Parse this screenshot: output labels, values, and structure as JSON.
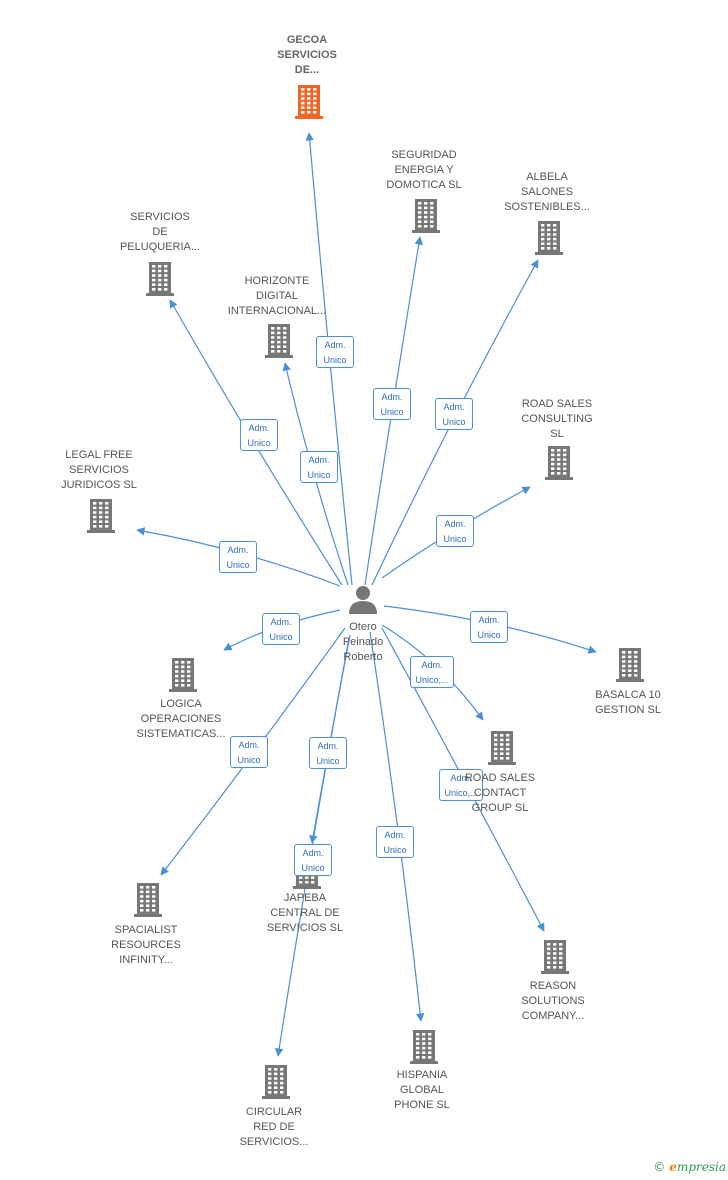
{
  "colors": {
    "edge": "#4a90d9",
    "building": "#777777",
    "highlight": "#f26522",
    "person": "#777777"
  },
  "person": {
    "id": "person",
    "label": "Otero\nPeinado\nRoberto"
  },
  "companies": [
    {
      "id": "gecoa",
      "label": "GECOA\nSERVICIOS\nDE...",
      "highlight": true
    },
    {
      "id": "seguridad",
      "label": "SEGURIDAD\nENERGIA Y\nDOMOTICA  SL"
    },
    {
      "id": "albela",
      "label": "ALBELA\nSALONES\nSOSTENIBLES..."
    },
    {
      "id": "servicios-peluqueria",
      "label": "SERVICIOS\nDE\nPELUQUERIA..."
    },
    {
      "id": "horizonte",
      "label": "HORIZONTE\nDIGITAL\nINTERNACIONAL..."
    },
    {
      "id": "road-sales-consulting",
      "label": "ROAD SALES\nCONSULTING\nSL"
    },
    {
      "id": "legal-free",
      "label": "LEGAL FREE\nSERVICIOS\nJURIDICOS  SL"
    },
    {
      "id": "basalca",
      "label": "BASALCA 10\nGESTION  SL"
    },
    {
      "id": "logica",
      "label": "LOGICA\nOPERACIONES\nSISTEMATICAS..."
    },
    {
      "id": "road-sales-contact",
      "label": "ROAD SALES\nCONTACT\nGROUP  SL"
    },
    {
      "id": "spacialist",
      "label": "SPACIALIST\nRESOURCES\nINFINITY..."
    },
    {
      "id": "japeba",
      "label": "JAPEBA\nCENTRAL DE\nSERVICIOS  SL"
    },
    {
      "id": "reason",
      "label": "REASON\nSOLUTIONS\nCOMPANY..."
    },
    {
      "id": "hispania",
      "label": "HISPANIA\nGLOBAL\nPHONE  SL"
    },
    {
      "id": "circular",
      "label": "CIRCULAR\nRED DE\nSERVICIOS..."
    }
  ],
  "edges": [
    {
      "to": "gecoa",
      "label": "Adm.\nUnico"
    },
    {
      "to": "seguridad",
      "label": "Adm.\nUnico"
    },
    {
      "to": "albela",
      "label": "Adm.\nUnico"
    },
    {
      "to": "servicios-peluqueria",
      "label": "Adm.\nUnico"
    },
    {
      "to": "horizonte",
      "label": "Adm.\nUnico"
    },
    {
      "to": "road-sales-consulting",
      "label": "Adm.\nUnico"
    },
    {
      "to": "legal-free",
      "label": "Adm.\nUnico"
    },
    {
      "to": "basalca",
      "label": "Adm.\nUnico"
    },
    {
      "to": "logica",
      "label": "Adm.\nUnico"
    },
    {
      "to": "road-sales-contact",
      "label": "Adm.\nUnico,..."
    },
    {
      "to": "spacialist",
      "label": "Adm.\nUnico"
    },
    {
      "to": "japeba",
      "label": "Adm.\nUnico"
    },
    {
      "to": "reason",
      "label": "Adm.\nUnico,..."
    },
    {
      "to": "hispania",
      "label": "Adm.\nUnico"
    },
    {
      "to": "circular",
      "label": "Adm.\nUnico"
    }
  ],
  "brand": {
    "copyright": "©",
    "name": "mpresia",
    "initial": "e"
  }
}
